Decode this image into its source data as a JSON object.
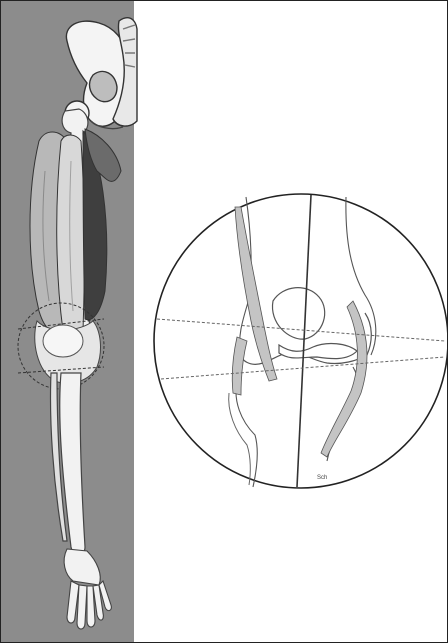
{
  "figure": {
    "signature": "Sch",
    "colors": {
      "panel": "#8c8c8c",
      "bone": "#f4f4f4",
      "muscle_light": "#c9c9c9",
      "muscle_mid": "#8a8a8a",
      "muscle_dark": "#3f3f3f",
      "outline": "#3a3a3a"
    },
    "icons": [
      "skeleton-leg",
      "thigh-muscles",
      "knee-joint-detail",
      "dashed-angle-lines"
    ]
  }
}
